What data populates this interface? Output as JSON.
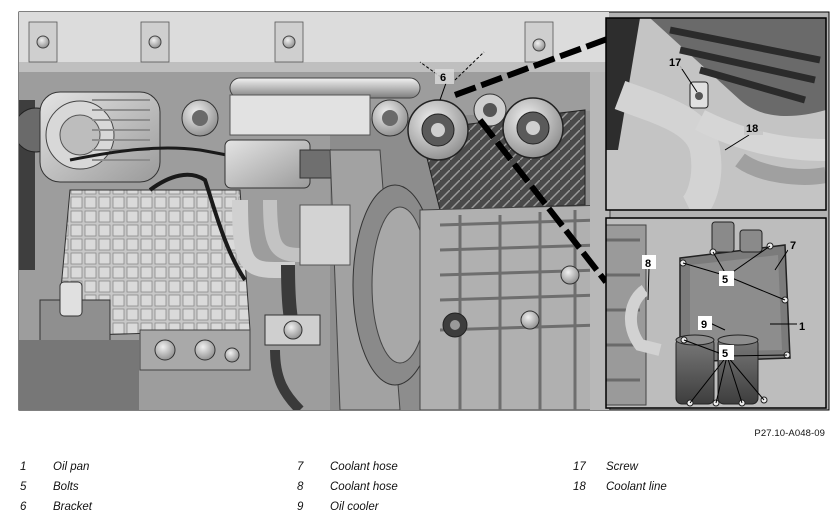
{
  "figure": {
    "callouts": {
      "main_6": "6",
      "top_17": "17",
      "top_18": "18",
      "bottom_5a": "5",
      "bottom_5b": "5",
      "bottom_7": "7",
      "bottom_8": "8",
      "bottom_9": "9",
      "bottom_1": "1"
    },
    "reference": "P27.10-A048-09"
  },
  "legend": {
    "col1": [
      {
        "num": "1",
        "label": "Oil pan"
      },
      {
        "num": "5",
        "label": "Bolts"
      },
      {
        "num": "6",
        "label": "Bracket"
      }
    ],
    "col2": [
      {
        "num": "7",
        "label": "Coolant hose"
      },
      {
        "num": "8",
        "label": "Coolant hose"
      },
      {
        "num": "9",
        "label": "Oil cooler"
      }
    ],
    "col3": [
      {
        "num": "17",
        "label": "Screw"
      },
      {
        "num": "18",
        "label": "Coolant line"
      }
    ]
  },
  "colors": {
    "line": "#000000",
    "engine_light": "#d9d9d9",
    "engine_mid": "#a7a7a7",
    "engine_dark": "#5c5c5c",
    "panel_bg": "#bdbdbd"
  }
}
